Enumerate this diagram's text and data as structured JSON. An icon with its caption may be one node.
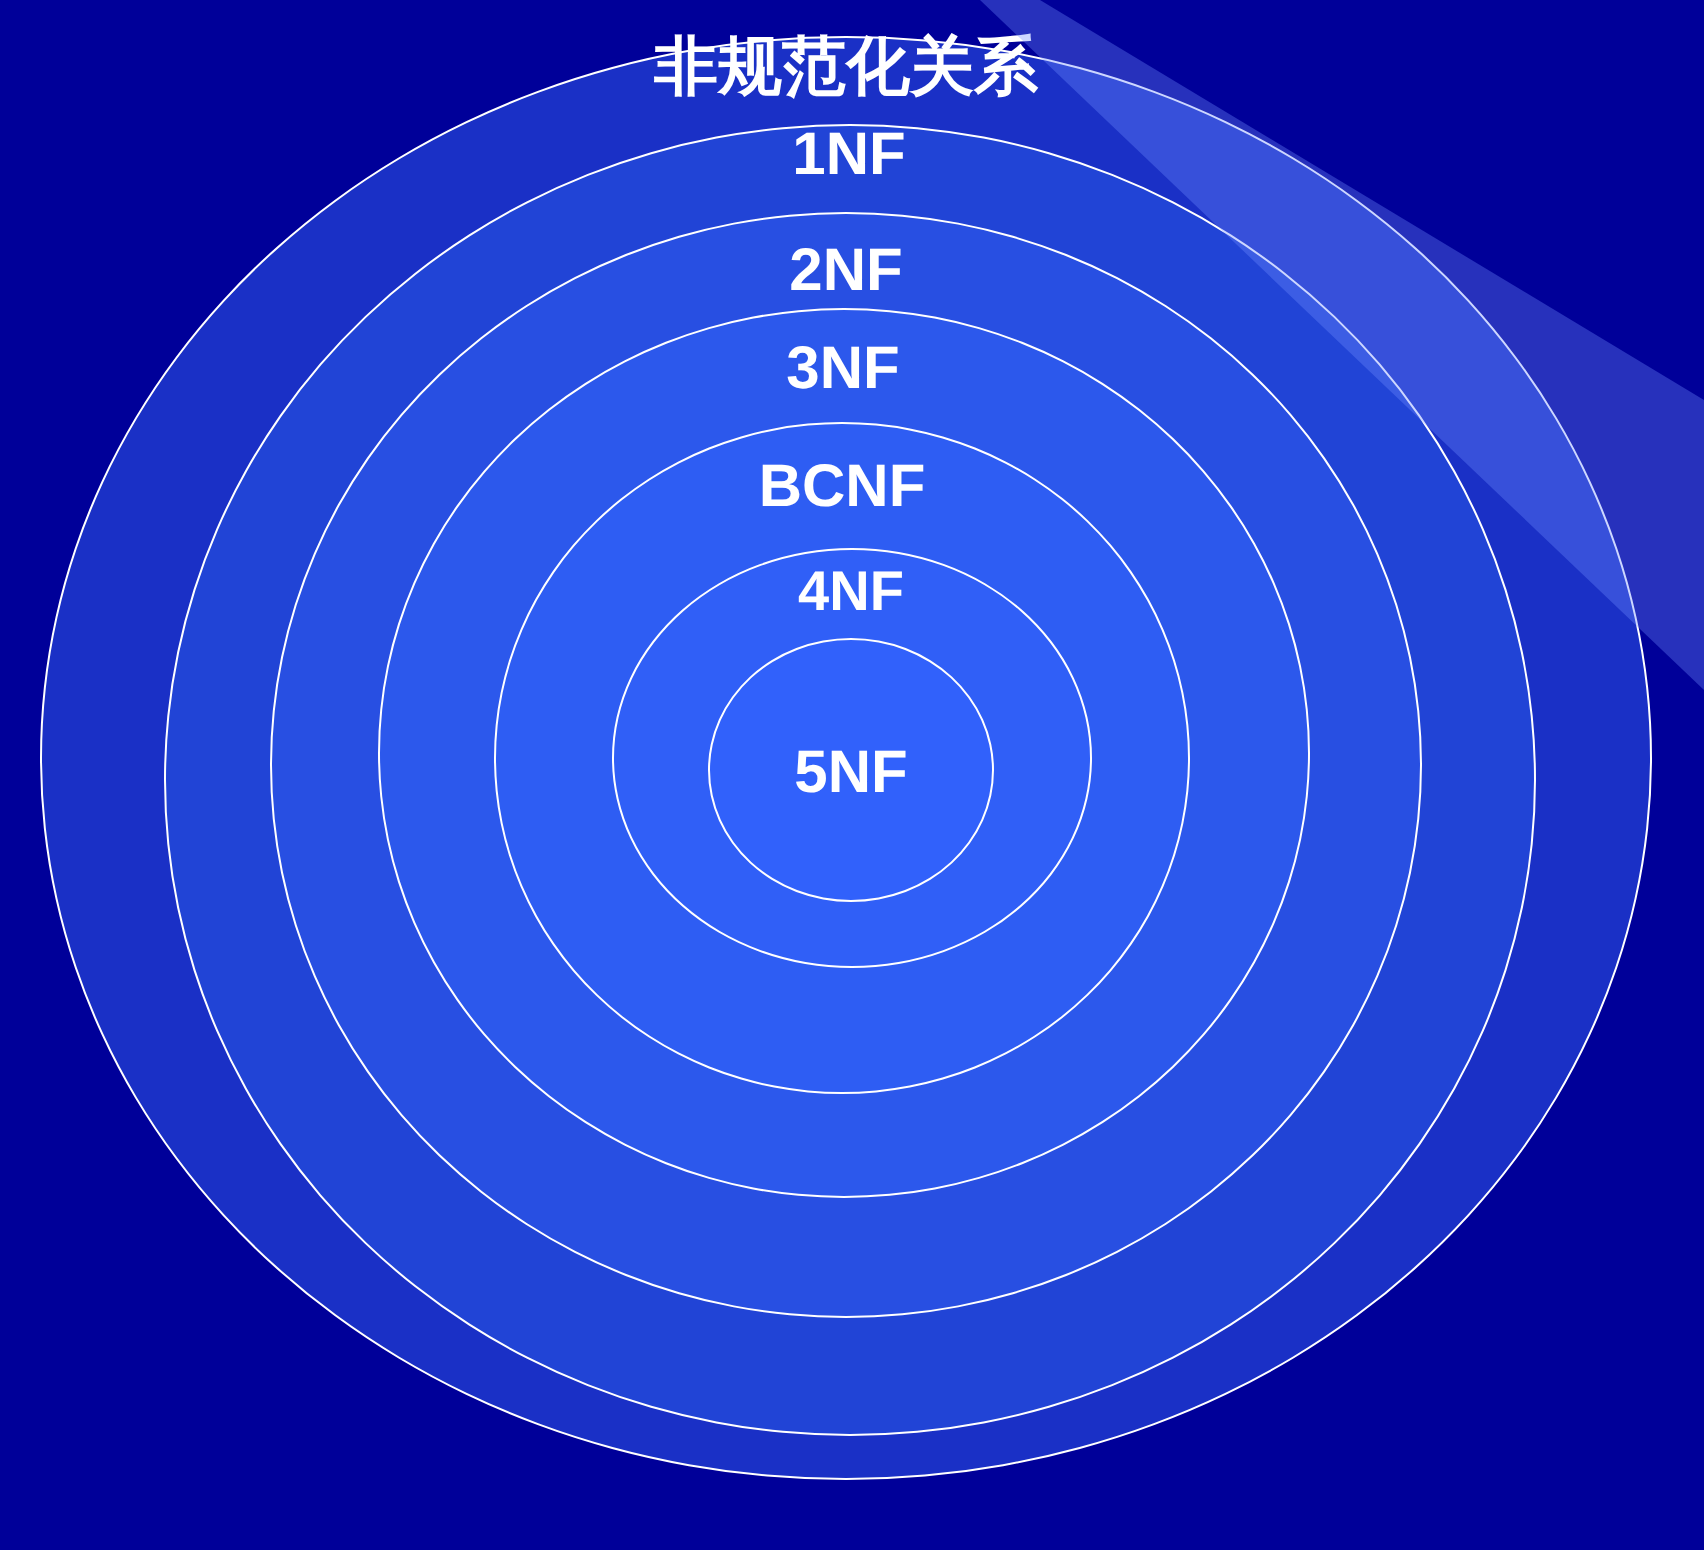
{
  "diagram": {
    "nodes": [
      {
        "text": [
          "非规范化关系"
        ]
      },
      {
        "text": [
          "1NF"
        ],
        "in": 0
      },
      {
        "text": [
          "2NF"
        ],
        "in": 1
      },
      {
        "text": [
          "3NF"
        ],
        "in": 2
      },
      {
        "text": [
          "BCNF"
        ],
        "in": 3
      },
      {
        "text": [
          "4NF"
        ],
        "in": 4
      },
      {
        "text": [
          "5NF"
        ],
        "in": 5
      },
      {
        "text": [],
        "shape": "bar"
      }
    ]
  }
}
